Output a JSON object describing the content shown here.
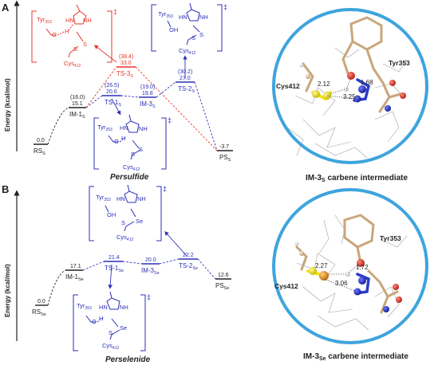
{
  "colors": {
    "red": "#e8342b",
    "blue": "#2b2fb8",
    "black": "#222222",
    "circle": "#3ea4dd",
    "sulfur": "#f3e515",
    "selenium": "#e89a1c",
    "nitrogen": "#2a3bc8",
    "oxygen": "#e03a2a",
    "carbon": "#d9c3a0"
  },
  "panel_a": {
    "letter": "A",
    "y_axis_label": "Energy (kcal/mol)",
    "bottom_label": "Persulfide",
    "states": [
      {
        "name": "RS",
        "sub": "S",
        "energy": "0.0",
        "bracket": "",
        "color": "black"
      },
      {
        "name": "IM-1",
        "sub": "S",
        "energy": "15.1",
        "bracket": "(16.0)",
        "color": "black"
      },
      {
        "name": "TS-1",
        "sub": "S",
        "energy": "20.6",
        "bracket": "(26.5)",
        "color": "blue"
      },
      {
        "name": "IM-3",
        "sub": "S",
        "energy": "19.8",
        "bracket": "(19.0)",
        "color": "blue"
      },
      {
        "name": "TS-2",
        "sub": "S",
        "energy": "27.0",
        "bracket": "(30.2)",
        "color": "blue"
      },
      {
        "name": "PS",
        "sub": "S",
        "energy": "-3.7",
        "bracket": "",
        "color": "black"
      },
      {
        "name": "TS-3",
        "sub": "S",
        "energy": "33.0",
        "bracket": "(38.4)",
        "color": "red"
      }
    ],
    "structures": {
      "tyr": "Tyr",
      "tyr_sub": "353",
      "cys": "Cys",
      "cys_sub": "412",
      "atom_o": "O",
      "atom_h": "H",
      "atom_n": "N",
      "atom_nh": "NH",
      "atom_hn": "HN",
      "atom_s": "S",
      "atom_oh": "OH",
      "ddagger": "‡"
    },
    "image_caption_pre": "IM-3",
    "image_caption_sub": "S",
    "image_caption_post": " carbene intermediate",
    "image_labels": {
      "cys": "Cys412",
      "tyr": "Tyr353",
      "d1": "2.12",
      "d2": "1.68",
      "d3": "3.25"
    }
  },
  "panel_b": {
    "letter": "B",
    "y_axis_label": "Energy (kcal/mol)",
    "bottom_label": "Perselenide",
    "states": [
      {
        "name": "RS",
        "sub": "Se",
        "energy": "0.0",
        "color": "black"
      },
      {
        "name": "IM-1",
        "sub": "Se",
        "energy": "17.1",
        "color": "black"
      },
      {
        "name": "TS-1",
        "sub": "Se",
        "energy": "21.4",
        "color": "blue"
      },
      {
        "name": "IM-3",
        "sub": "Se",
        "energy": "20.0",
        "color": "blue"
      },
      {
        "name": "TS-2",
        "sub": "Se",
        "energy": "22.2",
        "color": "blue"
      },
      {
        "name": "PS",
        "sub": "Se",
        "energy": "12.6",
        "color": "black"
      }
    ],
    "structures": {
      "tyr": "Tyr",
      "tyr_sub": "353",
      "cys": "Cys",
      "cys_sub": "412",
      "atom_o": "O",
      "atom_h": "H",
      "atom_n": "N",
      "atom_nh": "NH",
      "atom_hn": "HN",
      "atom_s": "S",
      "atom_se": "Se",
      "atom_oh": "OH",
      "ddagger": "‡"
    },
    "image_caption_pre": "IM-3",
    "image_caption_sub": "Se",
    "image_caption_post": " carbene intermediate",
    "image_labels": {
      "cys": "Cys412",
      "tyr": "Tyr353",
      "d1": "2.27",
      "d2": "1.72",
      "d3": "3.06"
    }
  }
}
